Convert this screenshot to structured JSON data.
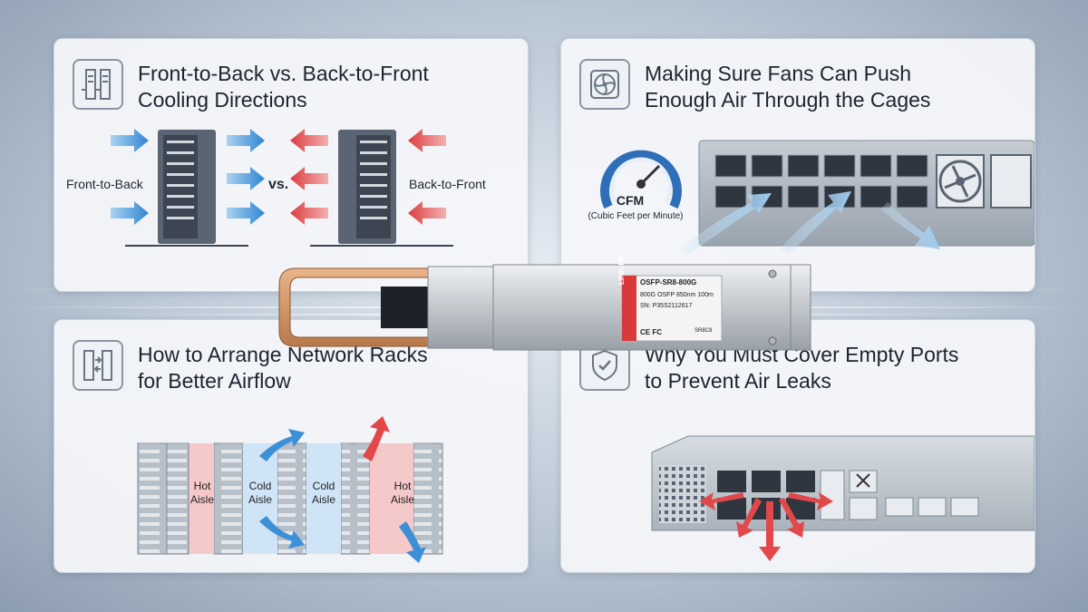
{
  "panels": {
    "cooling": {
      "title_lines": [
        "Front-to-Back vs. Back-to-Front",
        "Cooling Directions"
      ],
      "left_label": "Front-to-Back",
      "vs_label": "vs.",
      "right_label": "Back-to-Front",
      "icon": "rack-airflow-icon"
    },
    "fans": {
      "title_lines": [
        "Making Sure Fans Can Push",
        "Enough Air Through the Cages"
      ],
      "gauge_label": "CFM",
      "gauge_sub": "(Cubic Feet per Minute)",
      "icon": "fan-icon"
    },
    "racks": {
      "title_lines": [
        "How to Arrange Network Racks",
        "for Better Airflow"
      ],
      "aisles": [
        {
          "lines": [
            "Hot",
            "Aisle"
          ]
        },
        {
          "lines": [
            "Cold",
            "Aisle"
          ]
        },
        {
          "lines": [
            "Cold",
            "Aisle"
          ]
        },
        {
          "lines": [
            "Hot",
            "Aisle"
          ]
        }
      ],
      "icon": "rack-arrange-icon"
    },
    "ports": {
      "title_lines": [
        "Why You Must Cover Empty Ports",
        "to Prevent Air Leaks"
      ],
      "icon": "shield-check-icon"
    }
  },
  "module": {
    "brand": "LINK-PP",
    "model": "OSFP-SR8-800G",
    "desc": "800G OSFP 850nm 100m",
    "serial": "SN: P35S2112617",
    "marks": "CE  FC",
    "badge": "SR8C8"
  },
  "colors": {
    "hot": "#e2484a",
    "cold": "#3d8fd6",
    "handle": "#d49a6a"
  }
}
